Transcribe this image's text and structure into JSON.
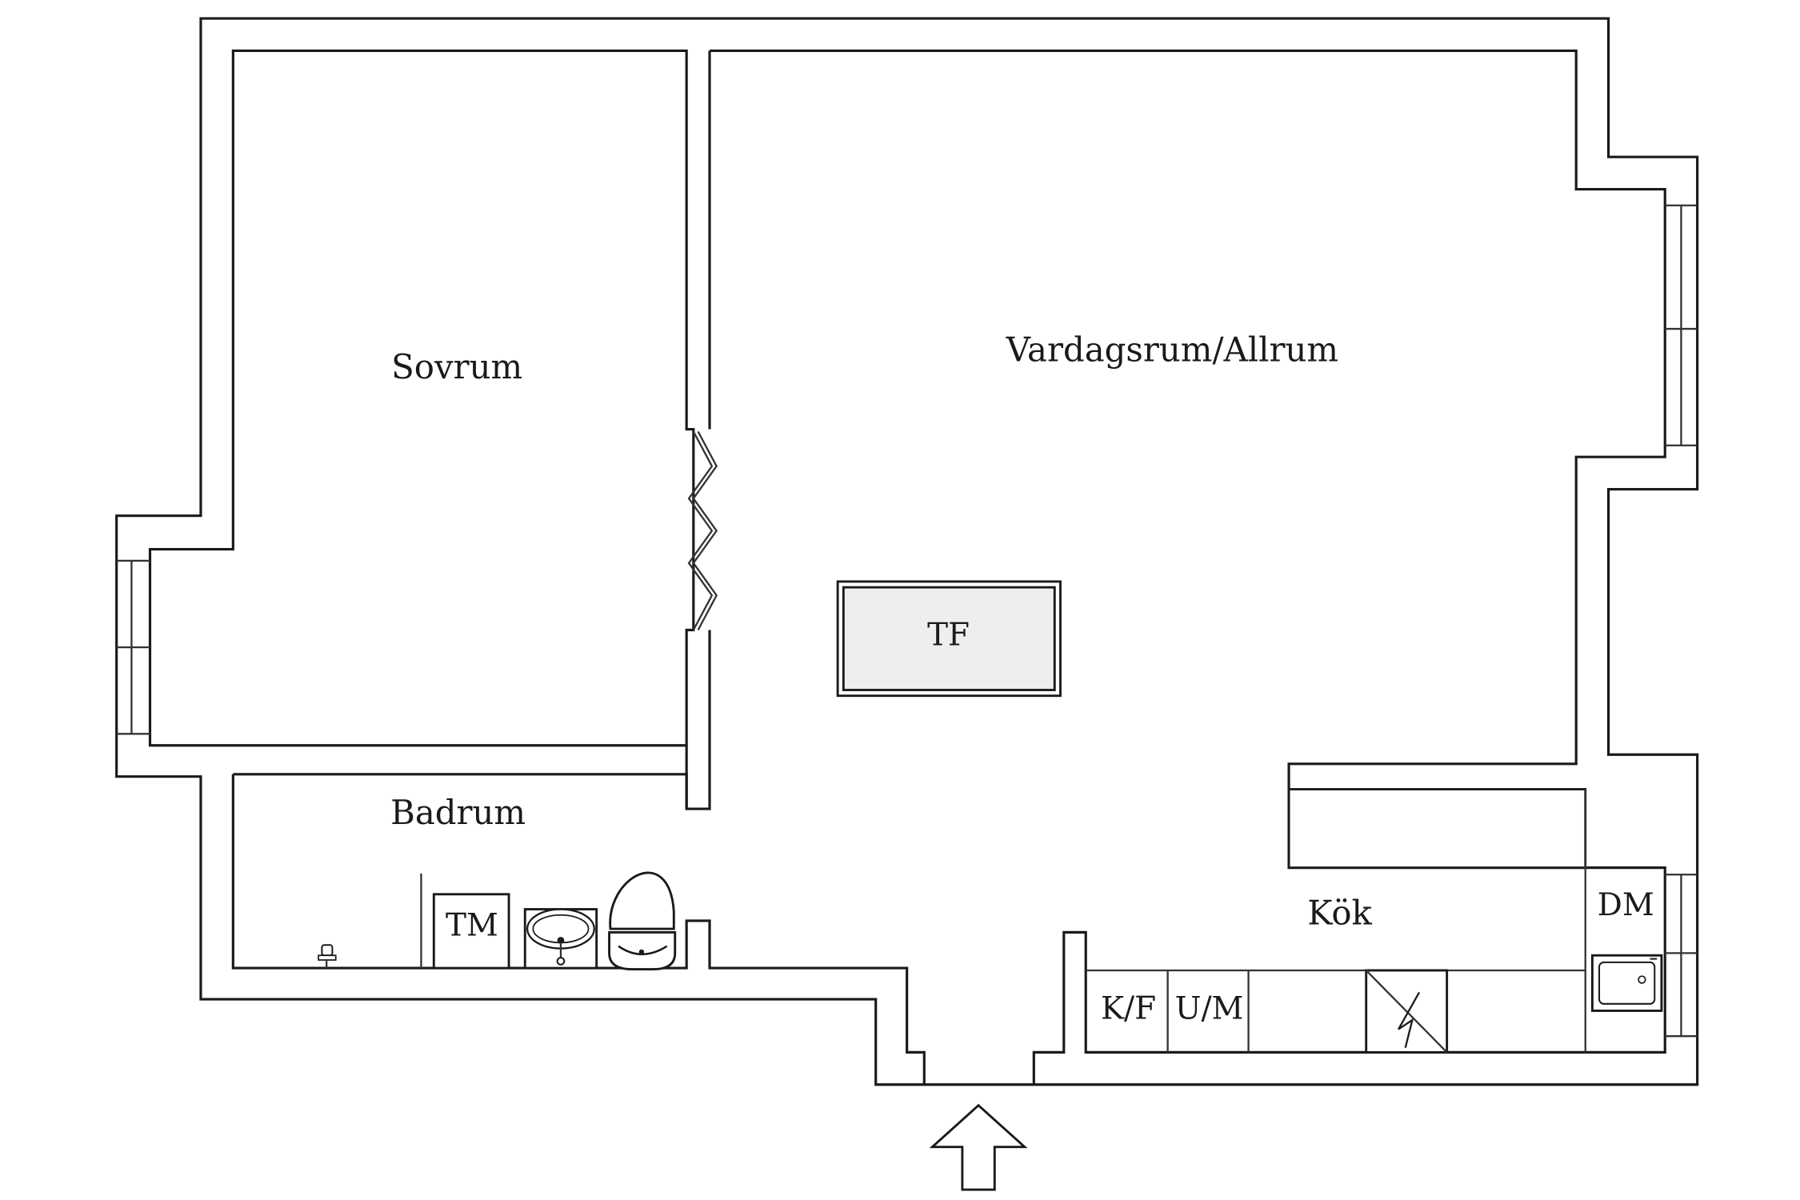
{
  "rooms": {
    "bedroom": "Sovrum",
    "living": "Vardagsrum/Allrum",
    "bathroom": "Badrum",
    "kitchen": "Kök"
  },
  "fixtures": {
    "washer": "TM",
    "drying_cabinet": "TF",
    "fridge_freezer": "K/F",
    "oven_microwave": "U/M",
    "dishwasher": "DM"
  }
}
